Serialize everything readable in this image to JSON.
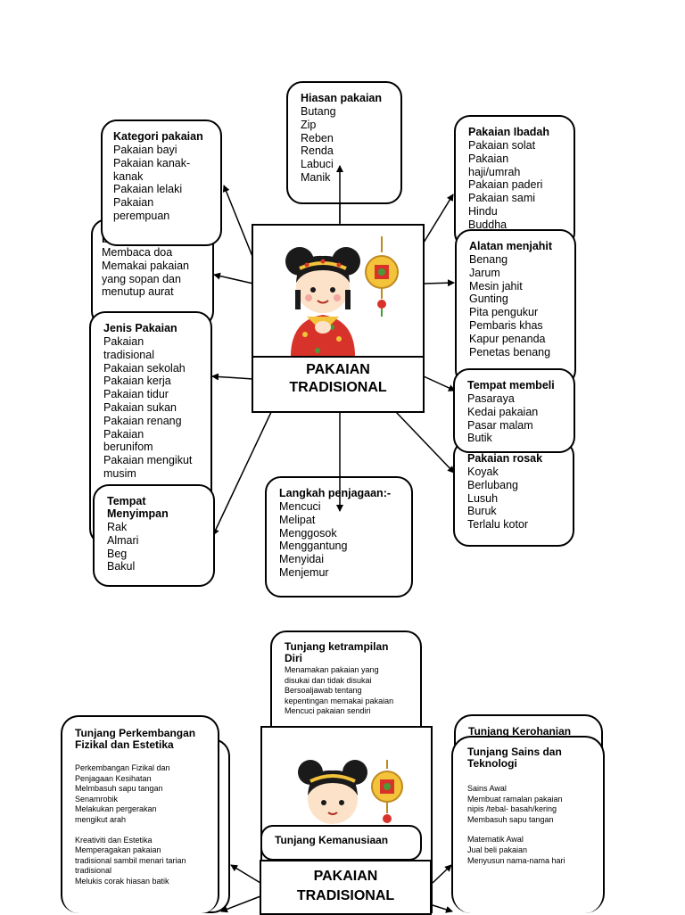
{
  "center1": {
    "title_line1": "PAKAIAN",
    "title_line2": "TRADISIONAL"
  },
  "center2": {
    "title_line1": "PAKAIAN",
    "title_line2": "TRADISIONAL"
  },
  "hiasan": {
    "title": "Hiasan pakaian",
    "items": [
      "Butang",
      "Zip",
      "Reben",
      "Renda",
      "Labuci",
      "Manik"
    ]
  },
  "kategori": {
    "title": "Kategori pakaian",
    "items": [
      "Pakaian bayi",
      "Pakaian kanak-",
      "kanak",
      "Pakaian lelaki",
      "Pakaian",
      "perempuan"
    ]
  },
  "berpakaian": {
    "title": "berpakaian",
    "items": [
      "Membaca doa",
      "Memakai pakaian",
      "yang sopan dan",
      "menutup aurat"
    ]
  },
  "jenis": {
    "title": "Jenis Pakaian",
    "items": [
      "Pakaian",
      "tradisional",
      "Pakaian sekolah",
      "Pakaian kerja",
      "Pakaian tidur",
      "Pakaian sukan",
      "Pakaian renang",
      "Pakaian",
      "berunifom",
      "Pakaian mengikut",
      "musim"
    ]
  },
  "tempat_simpan": {
    "title_line1": "Tempat",
    "title_line2": "Menyimpan",
    "items": [
      "Rak",
      "Almari",
      "Beg",
      "Bakul"
    ]
  },
  "langkah": {
    "title": "Langkah penjagaan:-",
    "items": [
      "Mencuci",
      "Melipat",
      "Menggosok",
      "Menggantung",
      "Menyidai",
      "Menjemur"
    ]
  },
  "ibadah": {
    "title": "Pakaian Ibadah",
    "items": [
      "Pakaian solat",
      "Pakaian",
      "haji/umrah",
      "Pakaian paderi",
      "Pakaian sami",
      "Hindu",
      "Buddha"
    ]
  },
  "alatan": {
    "title": "Alatan menjahit",
    "items": [
      "Benang",
      "Jarum",
      "Mesin jahit",
      "Gunting",
      "Pita pengukur",
      "Pembaris khas",
      "Kapur penanda",
      "Penetas benang"
    ]
  },
  "tempat_beli": {
    "title": "Tempat membeli",
    "items": [
      "Pasaraya",
      "Kedai pakaian",
      "Pasar malam",
      "Butik"
    ]
  },
  "rosak": {
    "title": "Pakaian rosak",
    "items": [
      "Koyak",
      "Berlubang",
      "Lusuh",
      "Buruk",
      "Terlalu kotor"
    ]
  },
  "ketrampilan": {
    "title_line1": "Tunjang ketrampilan",
    "title_line2": "Diri",
    "items": [
      "Menamakan pakaian yang",
      "disukai dan tidak disukai",
      "Bersoaljawab tentang",
      "kepentingan memakai pakaian",
      "Mencuci pakaian sendiri"
    ]
  },
  "fizikal": {
    "title_line1": "Tunjang Perkembangan",
    "title_line2": "Fizikal dan Estetika",
    "items": [
      "Perkembangan Fizikal dan",
      "Penjagaan Kesihatan",
      "Melmbasuh sapu tangan",
      "Senamrobik",
      "Melakukan pergerakan",
      "mengikut arah",
      "",
      "Kreativiti dan Estetika",
      "Memperagakan pakaian",
      "tradisional sambil menari tarian",
      "tradisional",
      "Melukis corak hiasan batik"
    ]
  },
  "kerohanian": {
    "title": "Tunjang Kerohanian"
  },
  "sains": {
    "title_line1": "Tunjang Sains dan",
    "title_line2": "Teknologi",
    "items": [
      "Sains Awal",
      "Membuat ramalan pakaian",
      "nipis /tebal- basah/kering",
      "Membasuh sapu tangan",
      "",
      "Matematik Awal",
      "Jual beli pakaian",
      "Menyusun nama-nama hari"
    ]
  },
  "kemanusiaan": {
    "title": "Tunjang Kemanusiaan"
  }
}
